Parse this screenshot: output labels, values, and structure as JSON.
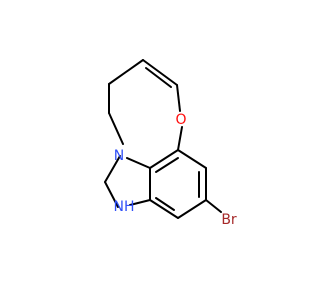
{
  "molecule": {
    "atom_labels": {
      "oxygen": "O",
      "nitrogen": "N",
      "nh": "NH",
      "bromine": "Br"
    },
    "colors": {
      "bond": "#000000",
      "oxygen": "#ff0d0d",
      "nitrogen": "#3050f8",
      "bromine": "#a62929"
    }
  }
}
